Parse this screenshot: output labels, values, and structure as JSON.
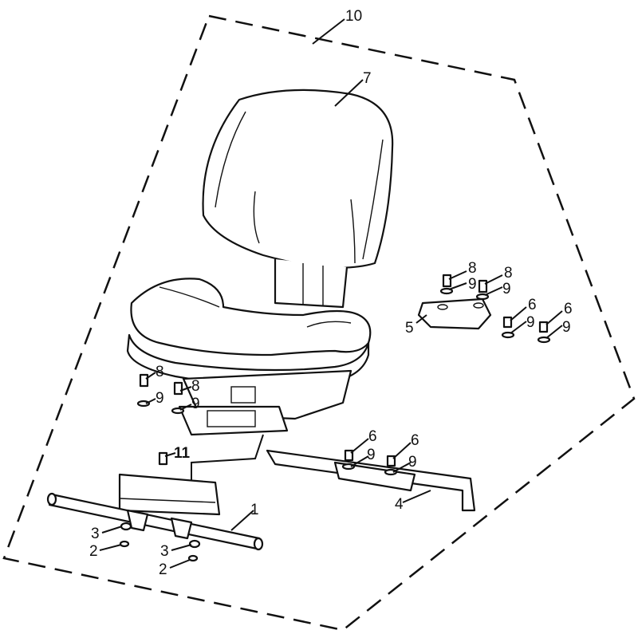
{
  "diagram": {
    "title": "Seat assembly exploded view",
    "callouts": {
      "assembly": "10",
      "backrest_seat": "7",
      "bracket_right": "5",
      "rail_right": "4",
      "rail_left": "1",
      "stud": "11",
      "r_bolt_a": "8",
      "r_washer_a": "9",
      "r_bolt_b": "8",
      "r_washer_b": "9",
      "r_bolt_c": "6",
      "r_washer_c": "9",
      "r_bolt_d": "6",
      "r_washer_d": "9",
      "l_bolt_a": "8",
      "l_washer_a": "9",
      "l_bolt_b": "8",
      "l_washer_b": "9",
      "m_bolt_a": "6",
      "m_washer_a": "9",
      "m_bolt_b": "6",
      "m_washer_b": "9",
      "washer_a": "3",
      "nut_a": "2",
      "washer_b": "3",
      "nut_b": "2"
    },
    "colors": {
      "line": "#111111",
      "background": "#ffffff"
    }
  }
}
